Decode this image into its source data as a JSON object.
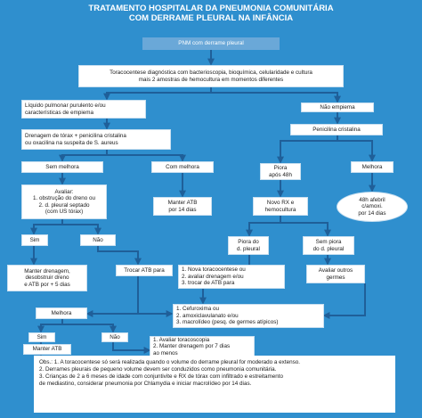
{
  "title": {
    "line1": "TRATAMENTO HOSPITALAR DA PNEUMONIA COMUNITÁRIA",
    "line2": "COM DERRAME PLEURAL NA INFÂNCIA"
  },
  "nodes": {
    "pnm": "PNM com derrame pleural",
    "toracocentese": "Toracocentese diagnóstica com bacterioscopia, bioquímica, celularidade e cultura\nmais 2 amostras de hemocultura em momentos diferentes",
    "liquido_purulento": "Líquido pulmonar purulento e/ou\ncaracterísticas de empiema",
    "drenagem": "Drenagem de tórax + penicilina cristalina\nou oxacilina na suspeita de S. aureus",
    "sem_melhora": "Sem melhora",
    "com_melhora": "Com melhora",
    "avaliar": "Avaliar:\n1. obstrução do dreno ou\n2. d. pleural septado\n(com US tórax)",
    "manter_atb_14": "Manter ATB\npor 14 dias",
    "sim_1": "Sim",
    "nao_1": "Não",
    "manter_drenagem": "Manter drenagem,\ndesobstruir dreno\ne ATB por + 5 dias",
    "trocar_atb": "Trocar ATB para",
    "nova_toracocentese": "1. Nova toracocentese ou\n2. avaliar drenagem e/ou\n3. trocar de ATB para",
    "nao_empiema": "Não empiema",
    "penicilina_cristalina": "Penicilina cristalina",
    "piora_48h": "Piora\napós 48h",
    "melhora_direita": "Melhora",
    "amoxi_48h": "48h afebril\nc/amoxi.\npor 14 dias",
    "novo_rx": "Novo RX e\nhemocultura",
    "piora_dp": "Piora do\nd. pleural",
    "sem_piora_dp": "Sem piora\ndo d. pleural",
    "avaliar_outros": "Avaliar outros\ngermes",
    "cefuroxima": "1. Cefuroxima ou\n2. amoxiclavulanato e/ou\n3. macrolídeo (pesq. de germes atípicos)",
    "melhora_baixo": "Melhora",
    "sim_2": "Sim",
    "nao_2": "Não",
    "manter_atb_final": "Manter ATB",
    "avaliar_toracoscopia": "1. Avaliar toracoscopia\n2. Manter drenagem por 7 dias\nao menos"
  },
  "obs": [
    "Obs.: 1. A toracocentese só será realizada quando o volume do derrame pleural for moderado a extenso.",
    "2. Derrames pleurais de pequeno volume devem ser conduzidos como pneumonia comunitária.",
    "3. Crianças de 2 a 6 meses de idade com conjuntivite e RX de tórax com infiltrado e estreitamento",
    "de mediastino, considerar pneumonia por Chlamydia e iniciar macrolídeo por 14 dias."
  ],
  "colors": {
    "background": "#2f8fce",
    "arrow": "#1f5f99",
    "box": "#ffffff",
    "header_box": "#6aa8d8"
  }
}
